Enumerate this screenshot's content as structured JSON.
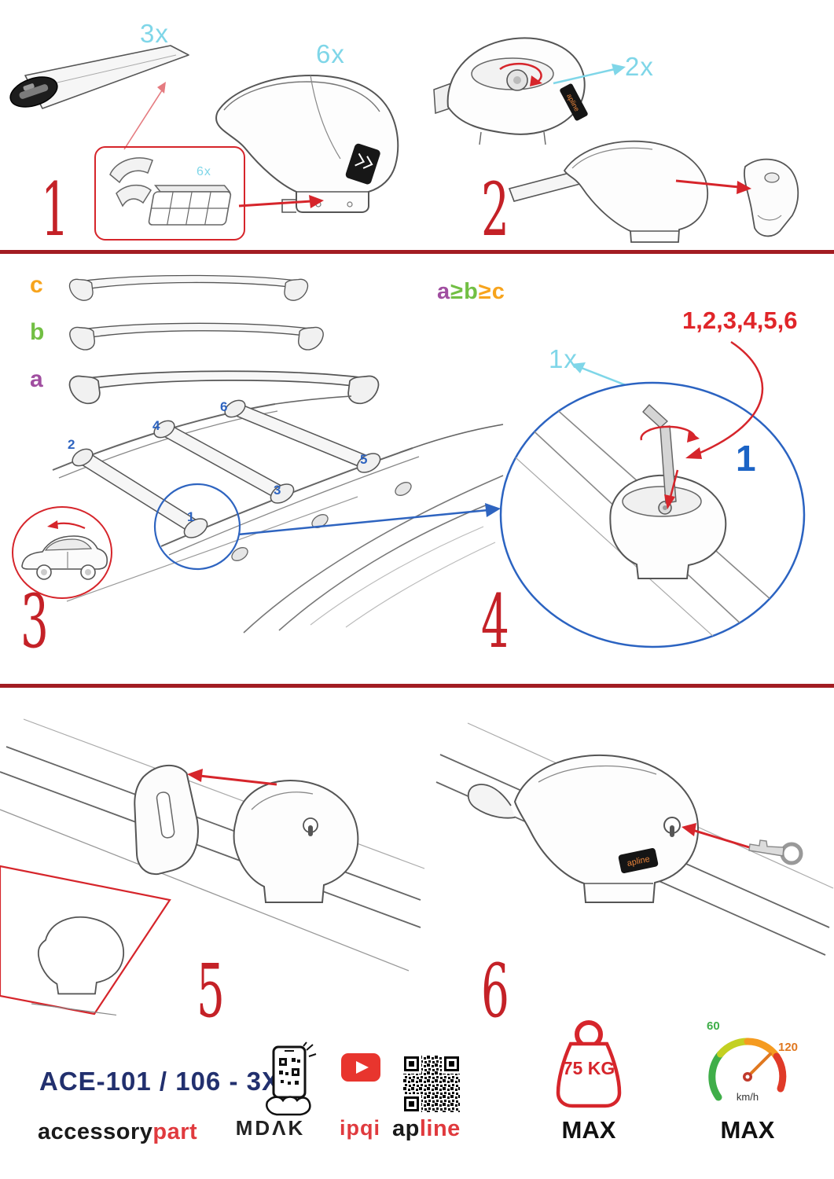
{
  "steps": {
    "s1": "1",
    "s2": "2",
    "s3": "3",
    "s4": "4",
    "s5": "5",
    "s6": "6"
  },
  "quantities": {
    "bar_end": "3x",
    "clamp": "6x",
    "pad_inset": "6x",
    "adjuster": "2x",
    "allen_key": "1x"
  },
  "bar_labels": {
    "c": "c",
    "b": "b",
    "a": "a"
  },
  "size_order": {
    "a": "a",
    "geq1": "≥",
    "b": "b",
    "geq2": "≥",
    "c": "c"
  },
  "step4_callouts": {
    "sequence": "1,2,3,4,5,6",
    "torque_step": "1"
  },
  "car_positions": [
    "1",
    "2",
    "3",
    "4",
    "5",
    "6"
  ],
  "brand_patch": "apline",
  "footer": {
    "model": "ACE-101 / 106 - 3X",
    "brand_accessory": "accessory",
    "brand_part": "part",
    "brand_mdak": "MDΛK",
    "brand_ipqi": "ipqi",
    "brand_ap": "ap",
    "brand_line": "line",
    "max_load": "75 KG",
    "max_load_label": "MAX",
    "speed_low": "60",
    "speed_high": "120",
    "speed_unit": "km/h",
    "speed_max_label": "MAX"
  },
  "colors": {
    "accent_red": "#d6252b",
    "divider_red": "#a21d22",
    "callout_cyan": "#7fd6e8",
    "bar_c_orange": "#f7a41d",
    "bar_b_green": "#72bf44",
    "bar_a_purple": "#a04ea0",
    "position_blue": "#2e64c0",
    "model_navy": "#22306e",
    "brand_red": "#e03a3e"
  }
}
